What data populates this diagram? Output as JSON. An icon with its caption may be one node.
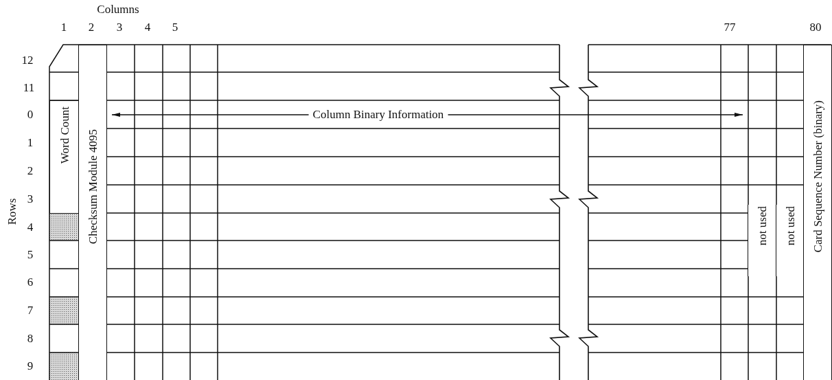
{
  "diagram": {
    "nodes": [
      {
        "text": [
          "Word Count"
        ]
      },
      {
        "text": [
          "Checksum Module 4095"
        ]
      },
      {
        "text": [
          "not used"
        ]
      },
      {
        "text": [
          "not used"
        ]
      },
      {
        "text": [
          "Card Sequence Number (binary)"
        ]
      }
    ],
    "labels": [
      "Columns",
      "1",
      "2",
      "3",
      "4",
      "5",
      "77",
      "80",
      "12",
      "11",
      "0",
      "1",
      "2",
      "3",
      "Rows",
      "4",
      "5",
      "6",
      "7",
      "8",
      "9",
      "Column Binary Information"
    ]
  }
}
